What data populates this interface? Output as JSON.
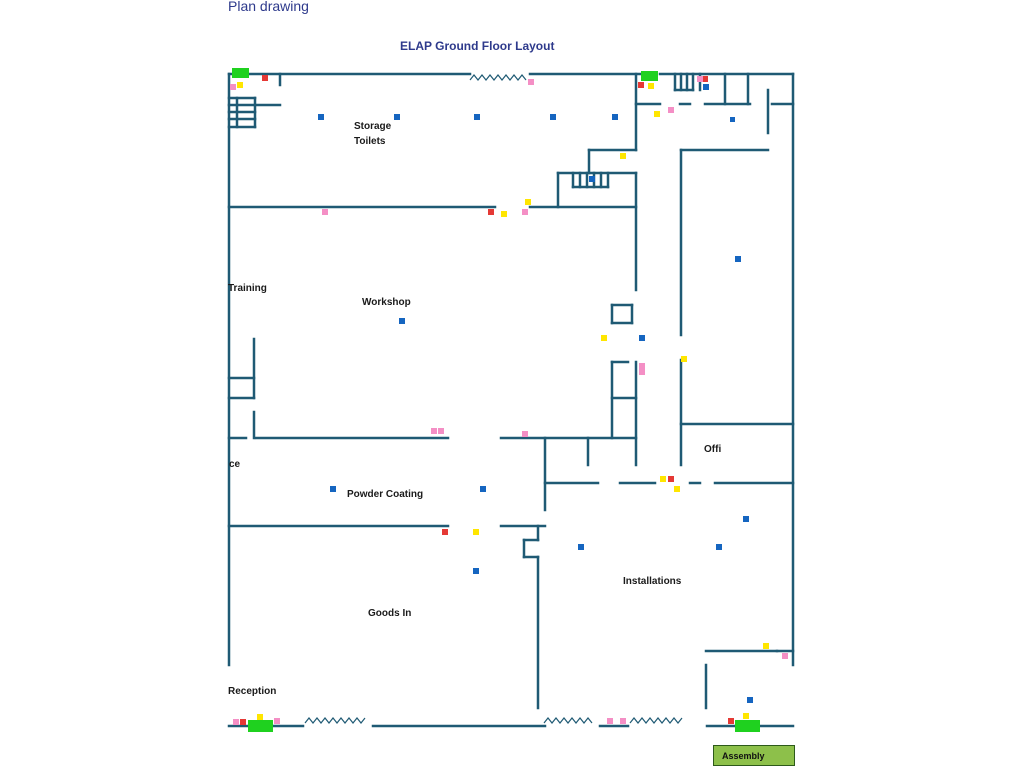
{
  "page_header": "Plan drawing",
  "plan_title": "ELAP Ground Floor Layout",
  "rooms": {
    "storage": "Storage",
    "toilets": "Toilets",
    "training": "Training",
    "workshop": "Workshop",
    "office_partial": "ce",
    "powder_coating": "Powder Coating",
    "office_right": "Offi",
    "installations": "Installations",
    "goods_in": "Goods In",
    "reception": "Reception"
  },
  "assembly_label": "Assembly",
  "marker_colors": {
    "blue": "#1565c0",
    "yellow": "#ffe600",
    "red": "#e53935",
    "pink": "#f48fc5",
    "green_exit": "#1fd11f",
    "wall": "#1f5a74",
    "assembly_fill": "#8dc04a"
  }
}
